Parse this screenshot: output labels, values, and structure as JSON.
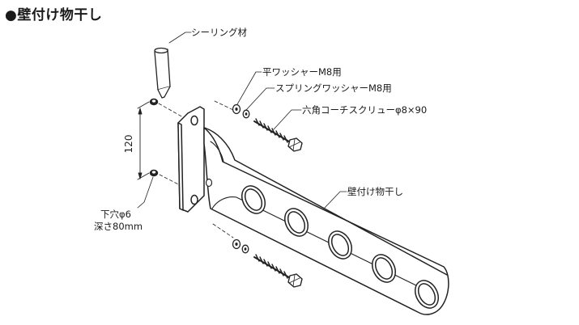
{
  "title": "●壁付け物干し",
  "labels": {
    "sealant": "シーリング材",
    "flat_washer": "平ワッシャーM8用",
    "spring_washer": "スプリングワッシャーM8用",
    "lag_screw": "六角コーチスクリューφ8×90",
    "product": "壁付け物干し",
    "pilot_hole_line1": "下穴φ6",
    "pilot_hole_line2": "深さ80mm"
  },
  "dimension": "120"
}
